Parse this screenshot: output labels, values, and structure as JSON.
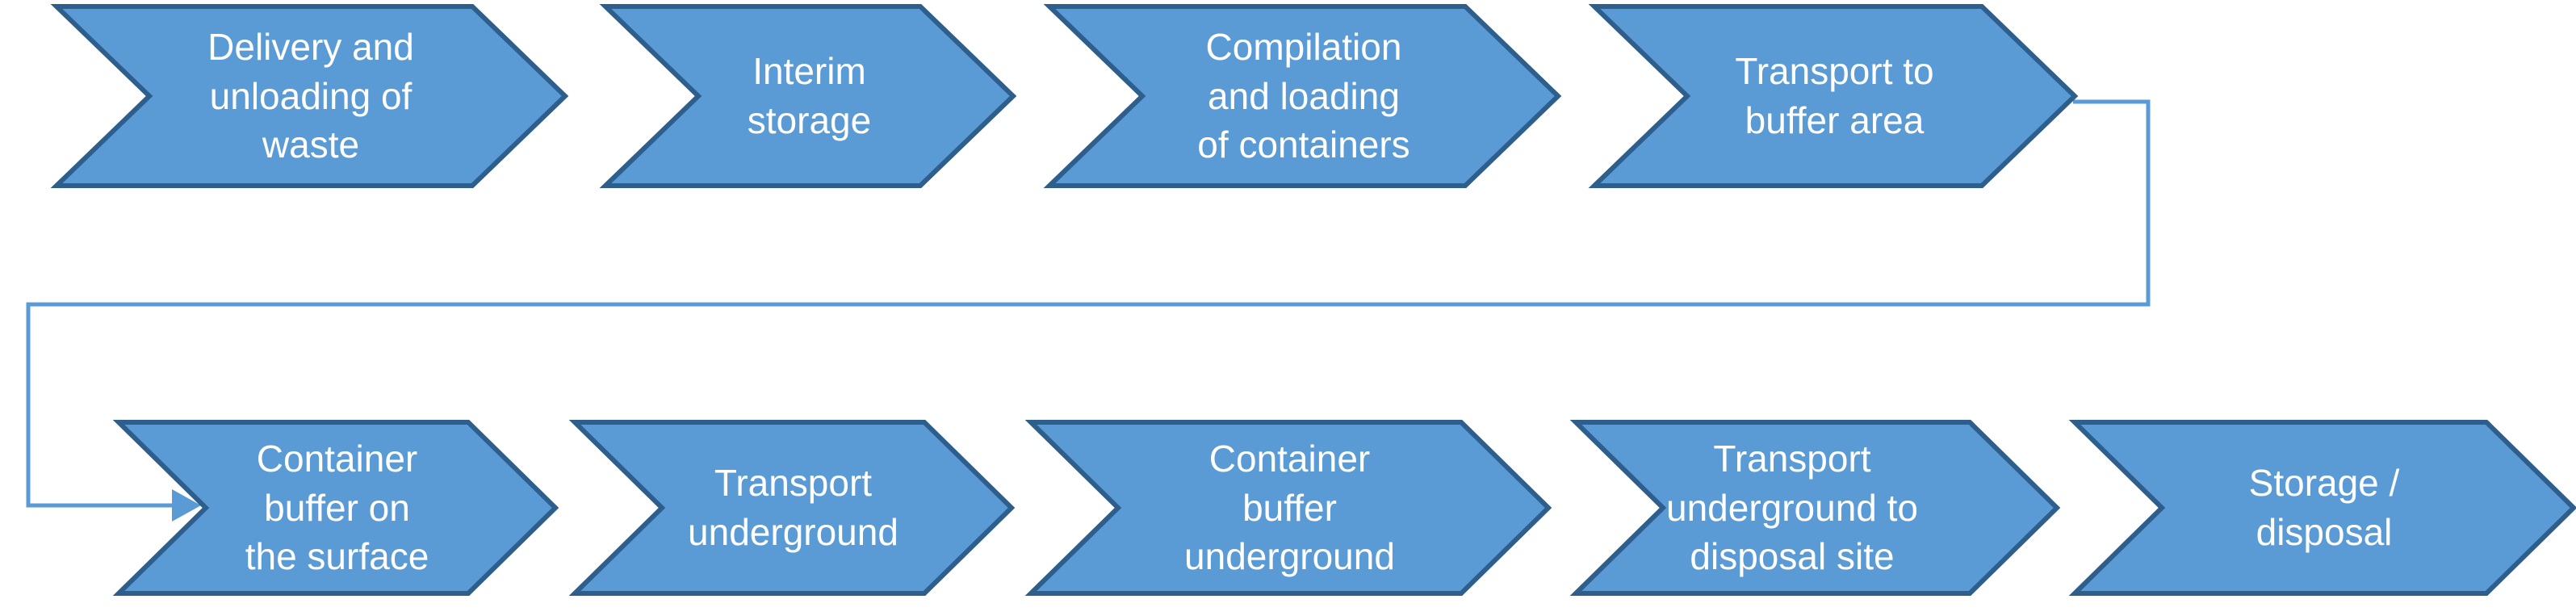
{
  "diagram": {
    "title": "Waste delivery, buffering and disposal process flow",
    "type": "chevron-process-flow",
    "colors": {
      "chevron_fill": "#5B9BD5",
      "chevron_stroke": "#2E5E8C",
      "chevron_text": "#FFFFFF",
      "connector_line": "#5B9BD5",
      "background": "#FFFFFF"
    },
    "rows": [
      {
        "name": "surface-handling-row",
        "steps": [
          {
            "label": "Delivery and\nunloading of\nwaste",
            "step_number": 1
          },
          {
            "label": "Interim\nstorage",
            "step_number": 2
          },
          {
            "label": "Compilation\nand loading\nof containers",
            "step_number": 3
          },
          {
            "label": "Transport to\nbuffer area",
            "step_number": 4
          }
        ]
      },
      {
        "name": "underground-disposal-row",
        "steps": [
          {
            "label": "Container\nbuffer on\nthe surface",
            "step_number": 5
          },
          {
            "label": "Transport\nunderground",
            "step_number": 6
          },
          {
            "label": "Container\nbuffer\nunderground",
            "step_number": 7
          },
          {
            "label": "Transport\nunderground to\ndisposal site",
            "step_number": 8
          },
          {
            "label": "Storage /\ndisposal",
            "step_number": 9
          }
        ]
      }
    ],
    "connector": {
      "name": "row-wrap-connector",
      "from_step": 4,
      "to_step": 5,
      "has_arrowhead": true
    }
  }
}
